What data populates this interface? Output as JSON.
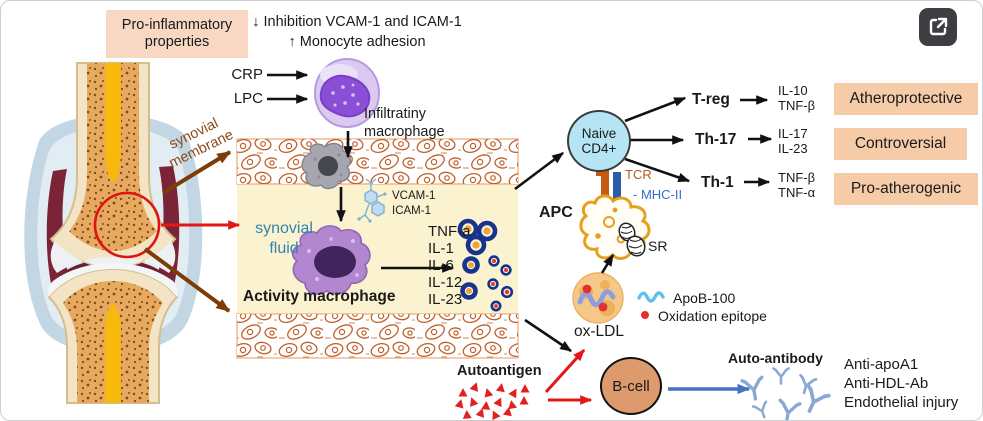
{
  "top": {
    "pro_box": "Pro-inflammatory\nproperties",
    "effects": "↓ Inhibition VCAM-1 and ICAM-1\n↑ Monocyte adhesion"
  },
  "stimuli": {
    "crp": "CRP",
    "lpc": "LPC"
  },
  "monocyte": {
    "label": "Infiltratiny\nmacrophage"
  },
  "joint": {
    "membrane": "synovial\nmembrane",
    "fluid": "synovial\nfluid"
  },
  "adhesion": {
    "labels": "VCAM-1\nICAM-1"
  },
  "macrophage": {
    "label": "Activity macrophage"
  },
  "cytokines": [
    "TNF-a",
    "IL-1",
    "IL-6",
    "IL-12",
    "IL-23"
  ],
  "tcell_axis": {
    "naive": "Naive\nCD4+",
    "tcr": "TCR",
    "mhc": "- MHC-II",
    "apc": "APC",
    "sr": "SR",
    "rows": [
      {
        "name": "T-reg",
        "cytokines": "IL-10\nTNF-β",
        "outcome": "Atheroprotective"
      },
      {
        "name": "Th-17",
        "cytokines": "IL-17\nIL-23",
        "outcome": "Controversial"
      },
      {
        "name": "Th-1",
        "cytokines": "TNF-β\nTNF-α",
        "outcome": "Pro-atherogenic"
      }
    ]
  },
  "oxldl": {
    "label": "ox-LDL",
    "legend_wave": "ApoB-100",
    "legend_dot": "Oxidation epitope"
  },
  "humoral": {
    "autoantigen": "Autoantigen",
    "bcell": "B-cell",
    "autoantibody": "Auto-antibody",
    "outcomes": [
      "Anti-apoA1",
      "Anti-HDL-Ab",
      "Endothelial injury"
    ]
  },
  "colors": {
    "peach_box": "#f6cba8",
    "pro_box": "#f8d8c2",
    "cream_fluid": "#fbf2d0",
    "synovial_fluid_text": "#2e86b0",
    "membrane_text": "#8a4a1c",
    "tcr_text": "#b4571e",
    "mhc_text": "#3a6bd0",
    "red_accent": "#e41616",
    "brown_accent": "#7d3b08",
    "blue_arrow": "#4472c4",
    "cytokine_ring": "#16338e",
    "band_cell_stroke": "#c0602a"
  }
}
